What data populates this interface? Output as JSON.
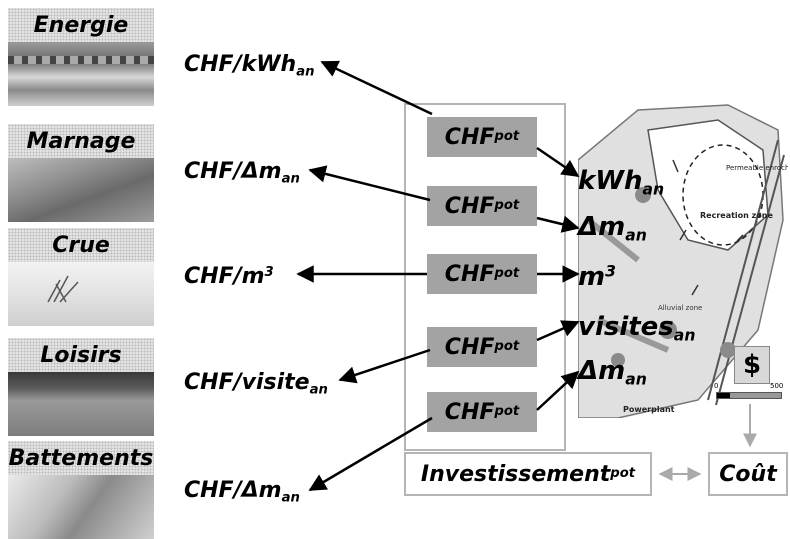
{
  "thumbnails": [
    {
      "title": "Energie"
    },
    {
      "title": "Marnage"
    },
    {
      "title": "Crue"
    },
    {
      "title": "Loisirs"
    },
    {
      "title": "Battements"
    }
  ],
  "units": [
    {
      "text": "CHF/kWh",
      "sub": "an"
    },
    {
      "text": "CHF/Δm",
      "sub": "an"
    },
    {
      "text": "CHF/m",
      "sup": "3"
    },
    {
      "text": "CHF/visite",
      "sub": "an"
    },
    {
      "text": "CHF/Δm",
      "sub": "an"
    }
  ],
  "pot_boxes": [
    {
      "text": "CHF",
      "sub": "pot"
    },
    {
      "text": "CHF",
      "sub": "pot"
    },
    {
      "text": "CHF",
      "sub": "pot"
    },
    {
      "text": "CHF",
      "sub": "pot"
    },
    {
      "text": "CHF",
      "sub": "pot"
    }
  ],
  "quantities": [
    {
      "text": "kWh",
      "sub": "an"
    },
    {
      "text": "Δm",
      "sub": "an"
    },
    {
      "text": "m",
      "sup": "3"
    },
    {
      "text": "visites",
      "sub": "an"
    },
    {
      "text": "Δm",
      "sub": "an"
    }
  ],
  "investment": {
    "text": "Investissement",
    "sub": "pot"
  },
  "cost": {
    "text": "Coût"
  },
  "map": {
    "recreation": "Recreation zone",
    "permeable": "Permeable enrochement",
    "alluvial": "Alluvial zone",
    "powerplant": "Powerplant"
  },
  "scale": {
    "symbol": "$",
    "min": "0",
    "max": "500"
  }
}
